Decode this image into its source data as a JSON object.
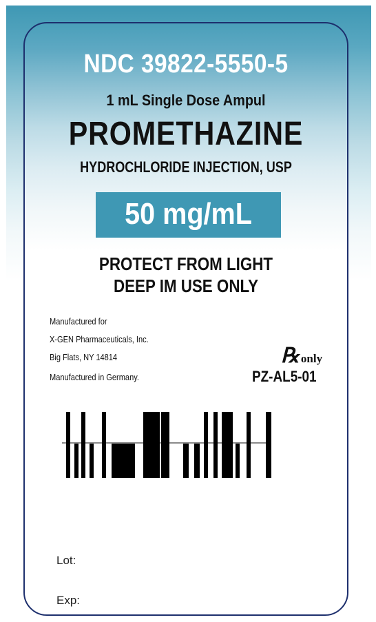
{
  "label": {
    "ndc": "NDC 39822-5550-5",
    "dose": "1 mL Single Dose Ampul",
    "drug_name": "PROMETHAZINE",
    "drug_salt": "HYDROCHLORIDE INJECTION, USP",
    "concentration": "50 mg/mL",
    "warning_1": "PROTECT FROM LIGHT",
    "warning_2": "DEEP IM USE ONLY",
    "manufacturer": [
      "Manufactured for",
      "X-GEN Pharmaceuticals, Inc.",
      "Big Flats, NY 14814",
      "Manufactured in Germany."
    ],
    "rx_symbol": "℞",
    "rx_only": "only",
    "product_code": "PZ-AL5-01",
    "lot_label": "Lot:",
    "exp_label": "Exp:"
  },
  "colors": {
    "accent": "#3f98b4",
    "border": "#1d2f6d",
    "text": "#111111"
  },
  "barcode": {
    "type": "pharmacode",
    "bars": [
      "thin",
      "thin",
      "thin",
      "thin",
      "thin",
      "thick",
      "thick",
      "thick",
      "thin",
      "thin",
      "thin",
      "thin",
      "thick",
      "thin",
      "thin",
      "thick"
    ]
  }
}
